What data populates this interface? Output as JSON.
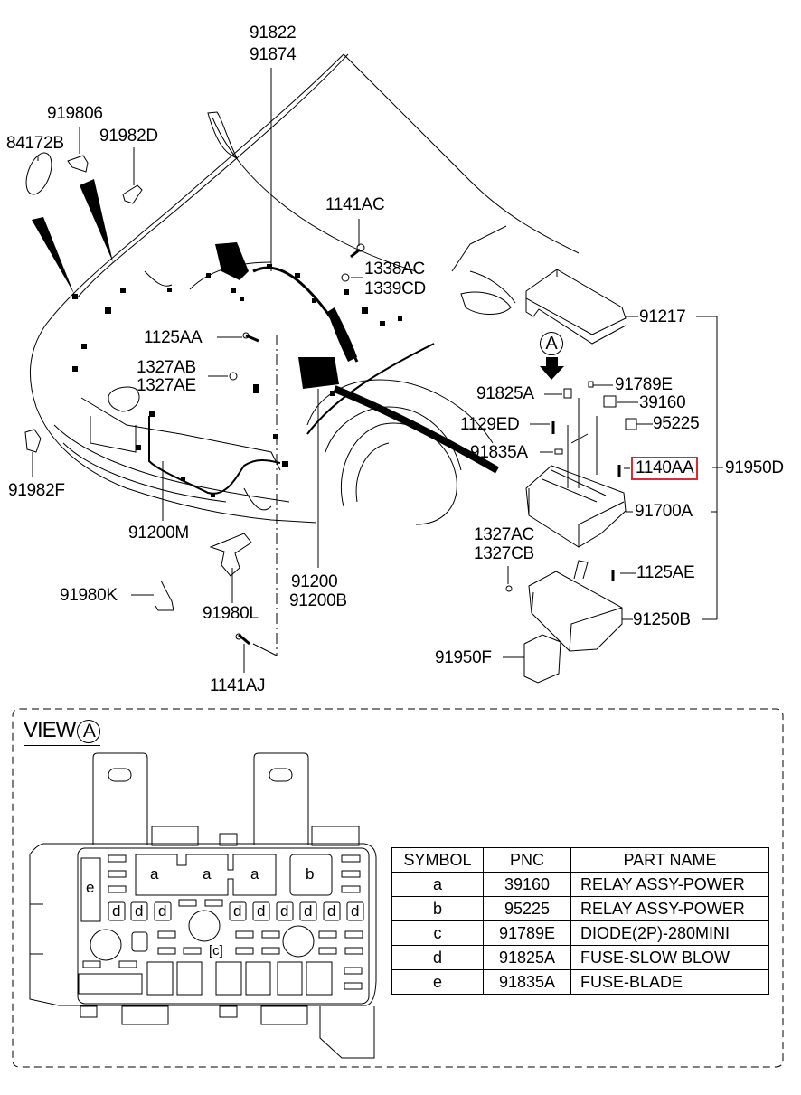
{
  "diagram": {
    "title": "Front wiring harness & engine room fuse/relay box",
    "callouts": [
      {
        "id": "c-91822",
        "text": "91822"
      },
      {
        "id": "c-91874",
        "text": "91874"
      },
      {
        "id": "c-919806",
        "text": "919806"
      },
      {
        "id": "c-84172B",
        "text": "84172B"
      },
      {
        "id": "c-91982D",
        "text": "91982D"
      },
      {
        "id": "c-1141AC",
        "text": "1141AC"
      },
      {
        "id": "c-1338AC",
        "text": "1338AC"
      },
      {
        "id": "c-1339CD",
        "text": "1339CD"
      },
      {
        "id": "c-1125AA",
        "text": "1125AA"
      },
      {
        "id": "c-1327AB",
        "text": "1327AB"
      },
      {
        "id": "c-1327AE",
        "text": "1327AE"
      },
      {
        "id": "c-91982F",
        "text": "91982F"
      },
      {
        "id": "c-91200M",
        "text": "91200M"
      },
      {
        "id": "c-91200",
        "text": "91200"
      },
      {
        "id": "c-91200B",
        "text": "91200B"
      },
      {
        "id": "c-91980K",
        "text": "91980K"
      },
      {
        "id": "c-91980L",
        "text": "91980L"
      },
      {
        "id": "c-1141AJ",
        "text": "1141AJ"
      },
      {
        "id": "c-91217",
        "text": "91217"
      },
      {
        "id": "c-91825A",
        "text": "91825A"
      },
      {
        "id": "c-91789E",
        "text": "91789E"
      },
      {
        "id": "c-39160",
        "text": "39160"
      },
      {
        "id": "c-1129ED",
        "text": "1129ED"
      },
      {
        "id": "c-95225",
        "text": "95225"
      },
      {
        "id": "c-91835A",
        "text": "91835A"
      },
      {
        "id": "c-1140AA",
        "text": "1140AA",
        "highlighted": true
      },
      {
        "id": "c-91950D",
        "text": "91950D"
      },
      {
        "id": "c-91700A",
        "text": "91700A"
      },
      {
        "id": "c-1327AC",
        "text": "1327AC"
      },
      {
        "id": "c-1327CB",
        "text": "1327CB"
      },
      {
        "id": "c-1125AE",
        "text": "1125AE"
      },
      {
        "id": "c-91250B",
        "text": "91250B"
      },
      {
        "id": "c-91950F",
        "text": "91950F"
      }
    ],
    "view_marker": "A",
    "highlight_color": "#e0282e"
  },
  "view_a": {
    "title": "VIEW",
    "marker": "A",
    "slot_letters": {
      "a": "a",
      "b": "b",
      "c": "c",
      "d": "d",
      "e": "e"
    }
  },
  "parts_table": {
    "headers": [
      "SYMBOL",
      "PNC",
      "PART NAME"
    ],
    "rows": [
      {
        "symbol": "a",
        "pnc": "39160",
        "name": "RELAY ASSY-POWER"
      },
      {
        "symbol": "b",
        "pnc": "95225",
        "name": "RELAY ASSY-POWER"
      },
      {
        "symbol": "c",
        "pnc": "91789E",
        "name": "DIODE(2P)-280MINI"
      },
      {
        "symbol": "d",
        "pnc": "91825A",
        "name": "FUSE-SLOW BLOW"
      },
      {
        "symbol": "e",
        "pnc": "91835A",
        "name": "FUSE-BLADE"
      }
    ]
  }
}
